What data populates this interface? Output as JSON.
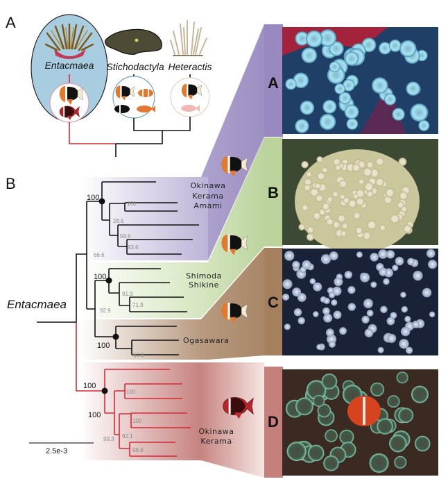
{
  "panel_a": {
    "label": "A",
    "genera": [
      "Entacmaea",
      "Stichodactyla",
      "Heteractis"
    ]
  },
  "panel_b": {
    "label": "B",
    "clade_label": "Entacmaea",
    "scale_bar": "2.5e-3",
    "clades": [
      {
        "name": "purple",
        "color": "#9b8cbf",
        "locations": [
          "Okinawa",
          "Kerama",
          "Amami"
        ],
        "photo": "A"
      },
      {
        "name": "green",
        "color": "#b9d19a",
        "locations": [
          "Shimoda",
          "Shikine"
        ],
        "photo": "B"
      },
      {
        "name": "brown",
        "color": "#a9866a",
        "locations": [
          "Ogasawara"
        ],
        "photo": "C"
      },
      {
        "name": "red",
        "color": "#c27a78",
        "locations": [
          "Okinawa",
          "Kerama"
        ],
        "photo": "D"
      }
    ],
    "support": {
      "purple": [
        "100",
        "100",
        "28.6",
        "59.6",
        "93.6",
        "66.6"
      ],
      "green": [
        "100",
        "91.9",
        "71.9",
        "92.9"
      ],
      "brown": [
        "100",
        "67.8"
      ],
      "red": [
        "100",
        "100",
        "100",
        "100",
        "92.1",
        "99.3",
        "99.8"
      ]
    }
  },
  "photos": [
    "A",
    "B",
    "C",
    "D"
  ],
  "colors": {
    "red_lineage": "#d42a36",
    "entacmaea_oval": "#a9cde0"
  }
}
